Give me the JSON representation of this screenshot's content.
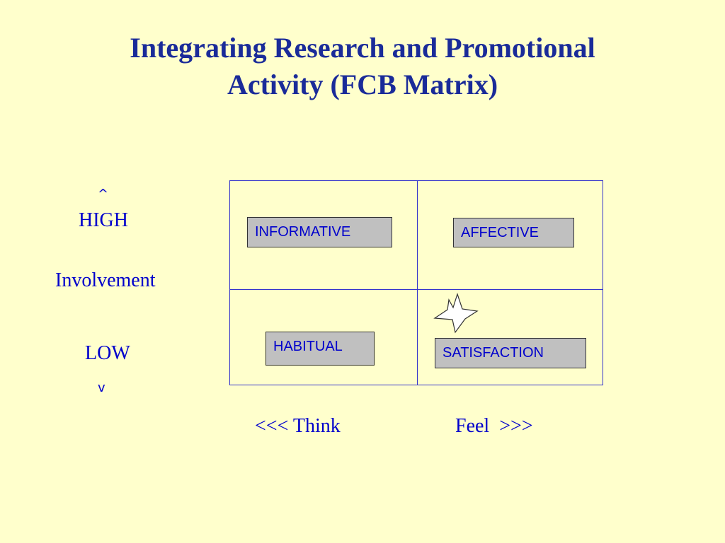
{
  "title": {
    "line1": "Integrating Research and Promotional",
    "line2": "Activity (FCB Matrix)"
  },
  "y_axis": {
    "up_arrow": "^",
    "high": "HIGH",
    "label": "Involvement",
    "low": "LOW",
    "down_arrow": "v"
  },
  "x_axis": {
    "think": "<<< Think",
    "feel": "Feel  >>>"
  },
  "quadrants": {
    "informative": "INFORMATIVE",
    "affective": "AFFECTIVE",
    "habitual": "HABITUAL",
    "satisfaction": "SATISFACTION"
  },
  "colors": {
    "background": "#ffffcc",
    "title": "#1a2b99",
    "text": "#0000cc",
    "box_fill": "#c0c0c0"
  },
  "icons": {
    "star": "star-icon"
  }
}
